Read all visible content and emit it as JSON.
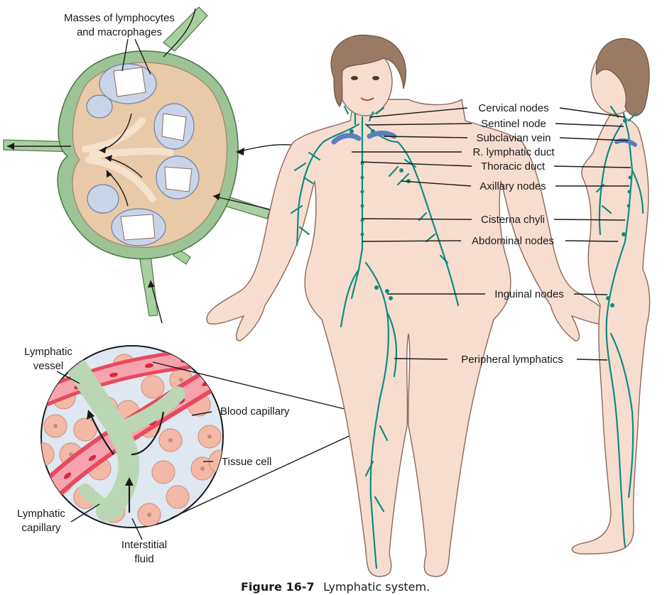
{
  "figure": {
    "number": "Figure 16-7",
    "title": "Lymphatic system."
  },
  "node_inset": {
    "label_line1": "Masses of lymphocytes",
    "label_line2": "and macrophages"
  },
  "capillary_inset": {
    "lymphatic_vessel_line1": "Lymphatic",
    "lymphatic_vessel_line2": "vessel",
    "blood_capillary": "Blood capillary",
    "tissue_cell": "Tissue cell",
    "lymphatic_capillary_line1": "Lymphatic",
    "lymphatic_capillary_line2": "capillary",
    "interstitial_fluid_line1": "Interstitial",
    "interstitial_fluid_line2": "fluid"
  },
  "body_labels": [
    "Cervical nodes",
    "Sentinel node",
    "Subclavian vein",
    "R. lymphatic duct",
    "Thoracic duct",
    "Axillary nodes",
    "Cisterna chyli",
    "Abdominal nodes",
    "Inguinal nodes",
    "Peripheral lymphatics"
  ],
  "colors": {
    "lymphatic": "#0f8c80",
    "skin": "#f6ddd0",
    "hair": "#9b7a64",
    "node_capsule": "#8fb98a",
    "node_medulla": "#e8c9a8",
    "lymphocyte_mass": "#c9d4e8",
    "blood_capillary": "#e64a5e",
    "tissue_cell": "#f4b9a6",
    "subclavian_vein": "#5a7fc0"
  }
}
